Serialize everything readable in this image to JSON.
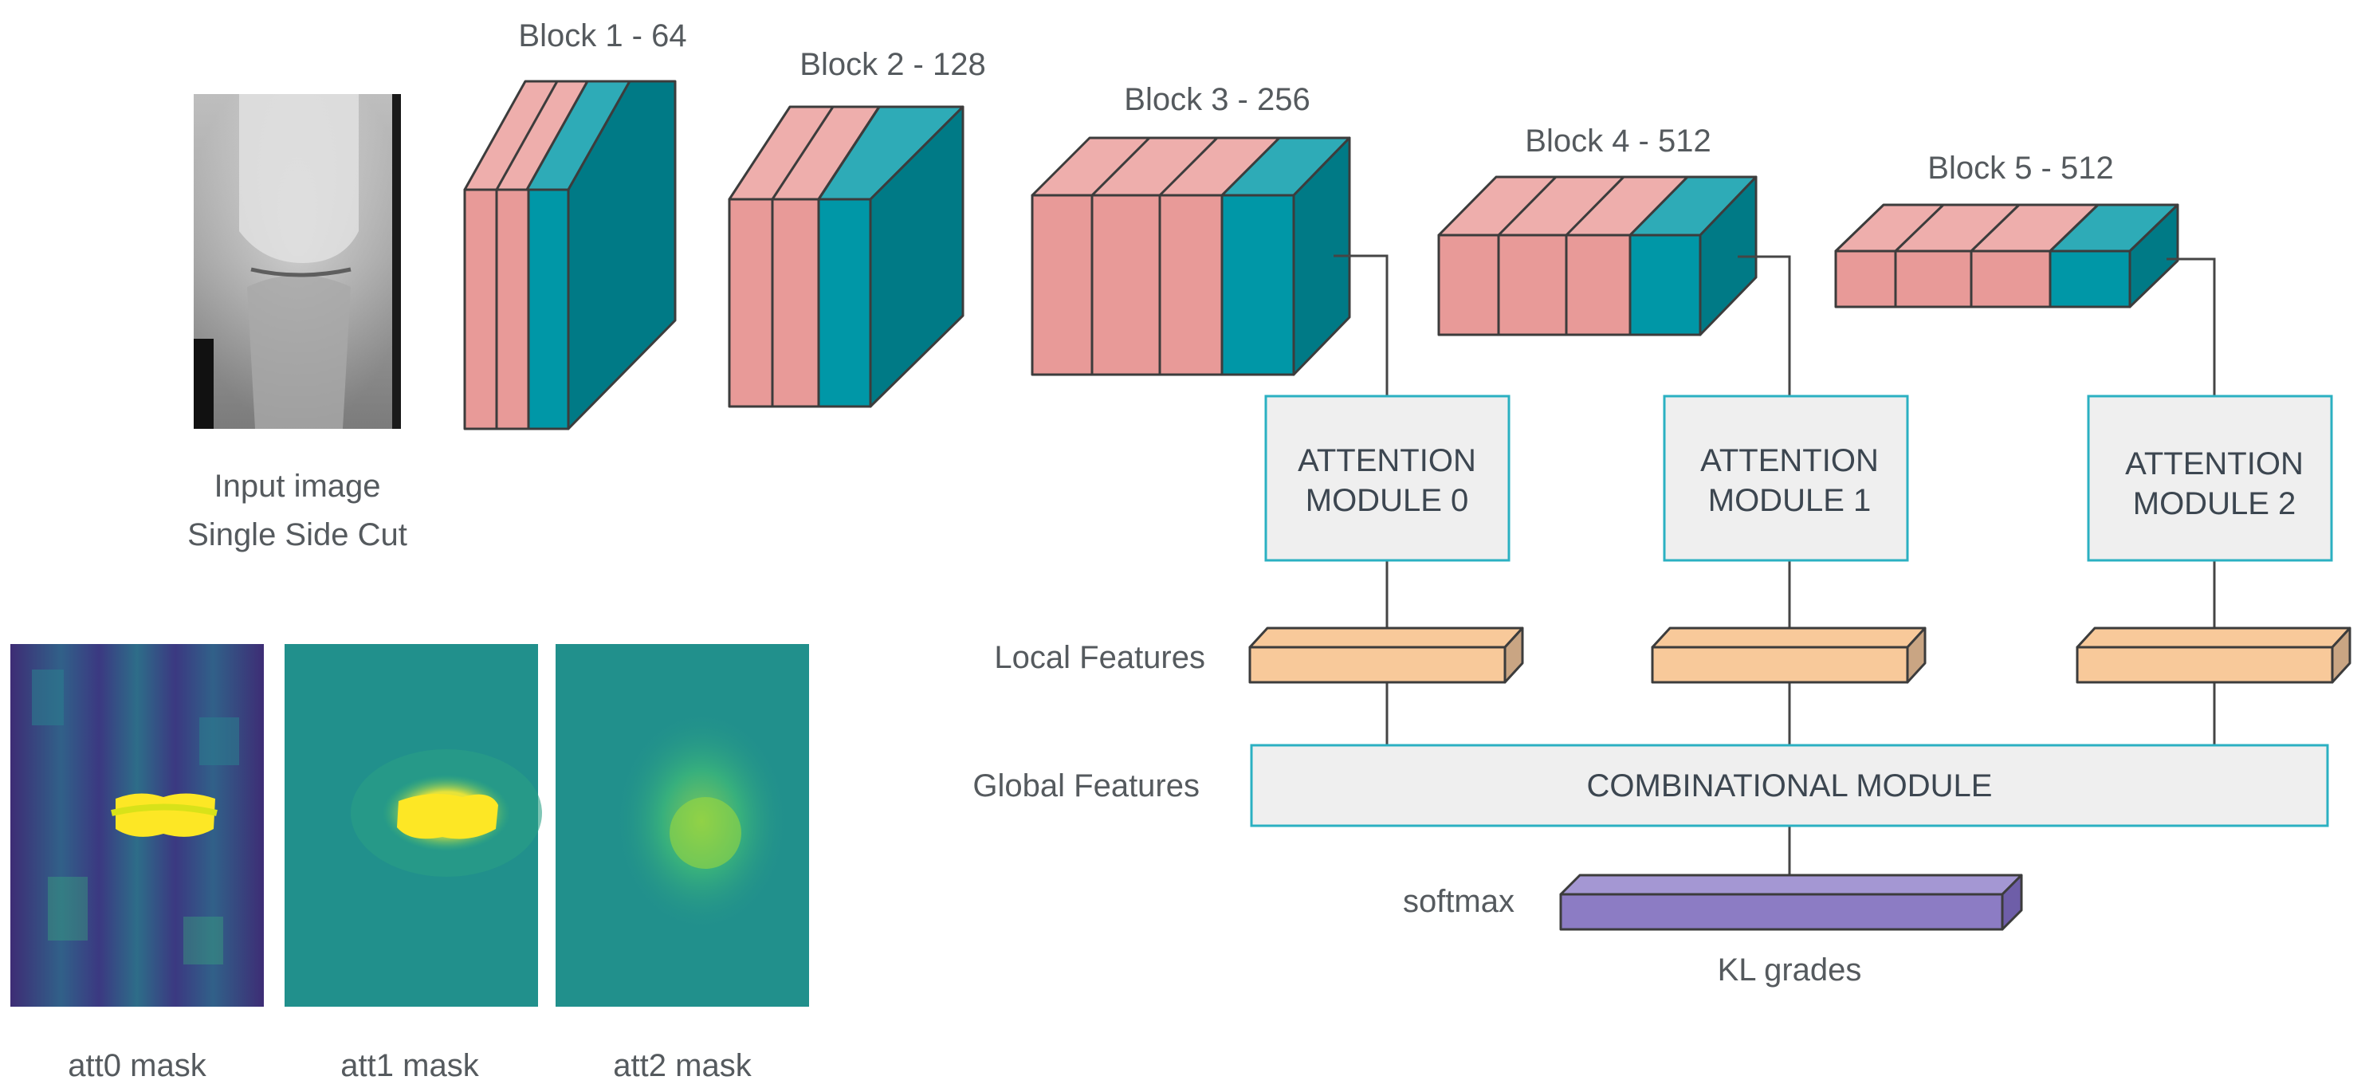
{
  "blocks": [
    {
      "label": "Block 1 - 64"
    },
    {
      "label": "Block 2 - 128"
    },
    {
      "label": "Block 3 - 256"
    },
    {
      "label": "Block 4 - 512"
    },
    {
      "label": "Block 5 - 512"
    }
  ],
  "input": {
    "line1": "Input image",
    "line2": "Single Side Cut"
  },
  "attention_modules": [
    {
      "line1": "ATTENTION",
      "line2": "MODULE 0"
    },
    {
      "line1": "ATTENTION",
      "line2": "MODULE 1"
    },
    {
      "line1": "ATTENTION",
      "line2": "MODULE 2"
    }
  ],
  "labels": {
    "local_features": "Local Features",
    "global_features": "Global Features",
    "combinational": "COMBINATIONAL MODULE",
    "softmax": "softmax",
    "kl_grades": "KL grades"
  },
  "masks": [
    {
      "label": "att0 mask"
    },
    {
      "label": "att1 mask"
    },
    {
      "label": "att2 mask"
    }
  ],
  "colors": {
    "conv_front": "#e89a98",
    "conv_top": "#eeaeac",
    "pool_front": "#0097a7",
    "pool_top": "#2eabb7",
    "pool_side": "#007a86",
    "feature_front": "#f8c99a",
    "feature_side": "#c9a583",
    "softmax_front": "#8c7cc4",
    "softmax_top": "#a497d3",
    "softmax_side": "#6e5ea8",
    "box_border": "#2bb0c2",
    "box_fill": "#efefef",
    "heatmap_low": "#3b1f6b",
    "heatmap_mid": "#21908c",
    "heatmap_high": "#fde725"
  }
}
